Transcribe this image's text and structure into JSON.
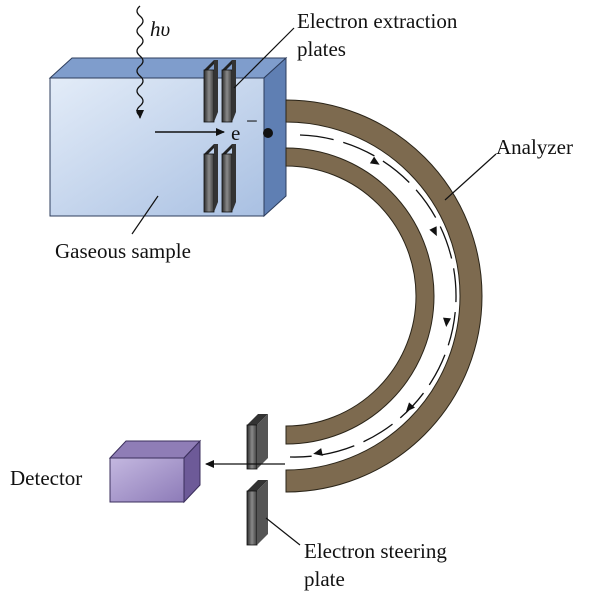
{
  "labels": {
    "photon": "hυ",
    "electron": "e",
    "electron_charge": "−",
    "extraction_line1": "Electron extraction",
    "extraction_line2": "plates",
    "analyzer": "Analyzer",
    "sample": "Gaseous sample",
    "detector": "Detector",
    "steering_line1": "Electron steering",
    "steering_line2": "plate"
  },
  "colors": {
    "sample_front": "#c9d9ee",
    "sample_top": "#7f9dcc",
    "sample_side": "#5f7fb3",
    "analyzer": "#7d6a4f",
    "detector_front": "#a696c8",
    "detector_top": "#8f7db6",
    "detector_side": "#6d5a98",
    "plate": "#4a4a4a"
  }
}
